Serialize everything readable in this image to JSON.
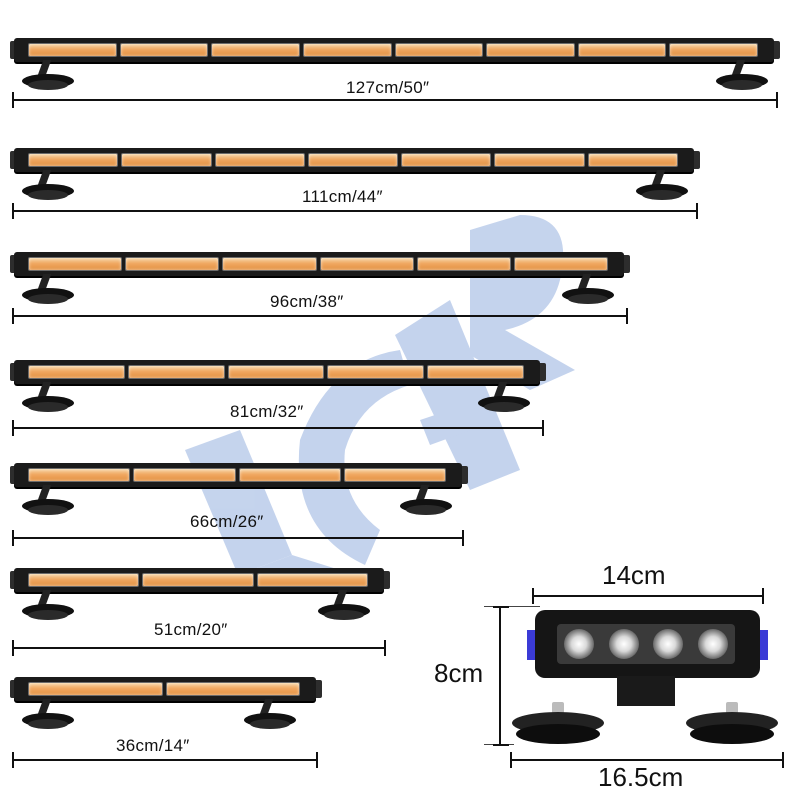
{
  "product": {
    "bars": [
      {
        "size_label": "127cm/50″",
        "segments": 8
      },
      {
        "size_label": "111cm/44″",
        "segments": 7
      },
      {
        "size_label": "96cm/38″",
        "segments": 6
      },
      {
        "size_label": "81cm/32″",
        "segments": 5
      },
      {
        "size_label": "66cm/26″",
        "segments": 4
      },
      {
        "size_label": "51cm/20″",
        "segments": 3
      },
      {
        "size_label": "36cm/14″",
        "segments": 2
      }
    ],
    "small_light": {
      "width_label": "14cm",
      "height_label": "8cm",
      "base_width_label": "16.5cm",
      "led_count": 4
    },
    "watermark_text": "LCAR",
    "colors": {
      "lens": "#f0a862",
      "housing": "#1b1b1b",
      "watermark": "#4a78c8"
    }
  }
}
